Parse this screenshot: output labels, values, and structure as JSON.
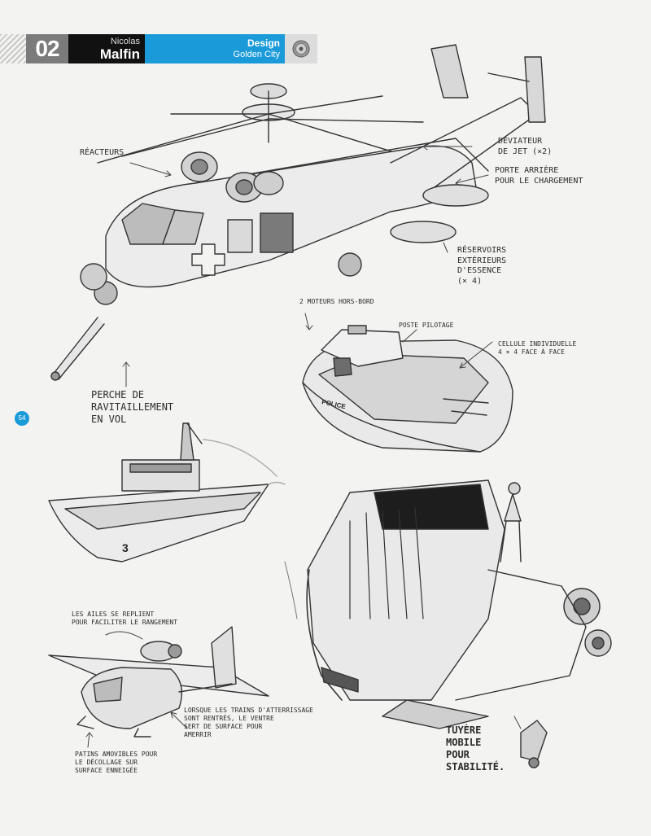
{
  "header": {
    "chapter": "02",
    "author_first": "Nicolas",
    "author_last": "Malfin",
    "section_title": "Design",
    "section_subtitle": "Golden City",
    "disc_icon": "disc-icon",
    "colors": {
      "accent": "#1a9ad9",
      "dark": "#111111",
      "grey": "#7b7b7b"
    }
  },
  "page_number": "54",
  "annotations": {
    "reacteurs": "RÉACTEURS",
    "deviateur": "DÉVIATEUR\nDE JET (×2)",
    "porte": "PORTE ARRIÈRE\nPOUR LE CHARGEMENT",
    "reservoirs": "RÉSERVOIRS\nEXTÉRIEURS\nD'ESSENCE\n(× 4)",
    "perche": "PERCHE DE\nRAVITAILLEMENT\nEN VOL",
    "moteurs": "2 MOTEURS HORS-BORD",
    "poste": "POSTE PILOTAGE",
    "cellule": "CELLULE INDIVIDUELLE\n4 × 4   FACE À FACE",
    "ailes": "LES AILES SE REPLIENT\nPOUR FACILITER LE RANGEMENT",
    "patins": "PATINS AMOVIBLES POUR\nLE DÉCOLLAGE SUR\nSURFACE ENNEIGÉE",
    "trains": "LORSQUE LES TRAINS D'ATTERRISSAGE\nSONT RENTRÉS, LE VENTRE\nSERT DE SURFACE POUR\nAMERRIR",
    "tuyere": "TUYÈRE\nMOBILE\nPOUR\nSTABILITÉ.",
    "police_label": "POLICE",
    "boat_number": "3"
  }
}
